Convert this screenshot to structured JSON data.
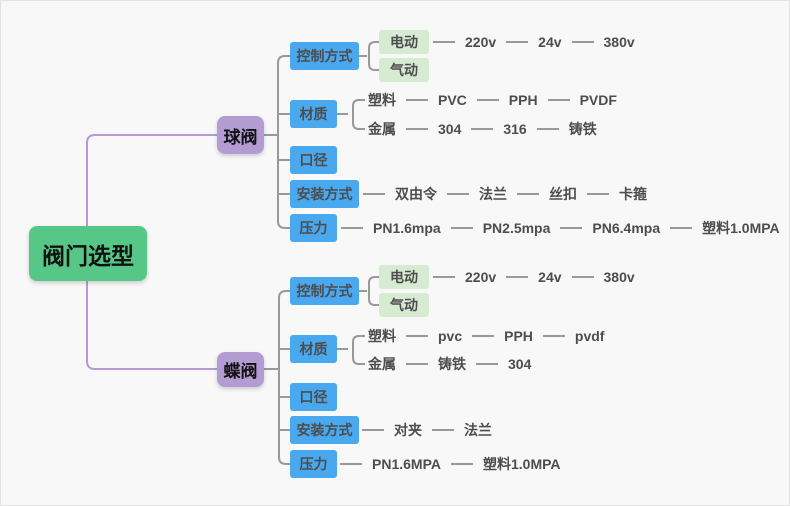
{
  "root": {
    "label": "阀门选型"
  },
  "branches": [
    {
      "label": "球阀",
      "children": [
        {
          "label": "控制方式",
          "children": [
            {
              "label": "电动",
              "children": [
                {
                  "label": "220v"
                },
                {
                  "label": "24v"
                },
                {
                  "label": "380v"
                }
              ]
            },
            {
              "label": "气动",
              "children": []
            }
          ]
        },
        {
          "label": "材质",
          "children": [
            {
              "label": "塑料",
              "children": [
                {
                  "label": "PVC"
                },
                {
                  "label": "PPH"
                },
                {
                  "label": "PVDF"
                }
              ]
            },
            {
              "label": "金属",
              "children": [
                {
                  "label": "304"
                },
                {
                  "label": "316"
                },
                {
                  "label": "铸铁"
                }
              ]
            }
          ]
        },
        {
          "label": "口径",
          "children": []
        },
        {
          "label": "安装方式",
          "children": [
            {
              "label": "双由令"
            },
            {
              "label": "法兰"
            },
            {
              "label": "丝扣"
            },
            {
              "label": "卡箍"
            }
          ]
        },
        {
          "label": "压力",
          "children": [
            {
              "label": "PN1.6mpa"
            },
            {
              "label": "PN2.5mpa"
            },
            {
              "label": "PN6.4mpa"
            },
            {
              "label": "塑料1.0MPA"
            }
          ]
        }
      ]
    },
    {
      "label": "蝶阀",
      "children": [
        {
          "label": "控制方式",
          "children": [
            {
              "label": "电动",
              "children": [
                {
                  "label": "220v"
                },
                {
                  "label": "24v"
                },
                {
                  "label": "380v"
                }
              ]
            },
            {
              "label": "气动",
              "children": []
            }
          ]
        },
        {
          "label": "材质",
          "children": [
            {
              "label": "塑料",
              "children": [
                {
                  "label": "pvc"
                },
                {
                  "label": "PPH"
                },
                {
                  "label": "pvdf"
                }
              ]
            },
            {
              "label": "金属",
              "children": [
                {
                  "label": "铸铁"
                },
                {
                  "label": "304"
                }
              ]
            }
          ]
        },
        {
          "label": "口径",
          "children": []
        },
        {
          "label": "安装方式",
          "children": [
            {
              "label": "对夹"
            },
            {
              "label": "法兰"
            }
          ]
        },
        {
          "label": "压力",
          "children": [
            {
              "label": "PN1.6MPA"
            },
            {
              "label": "塑料1.0MPA"
            }
          ]
        }
      ]
    }
  ],
  "colors": {
    "root_bg": "#57c787",
    "branch_bg": "#b39cd2",
    "category_bg": "#49a8ee",
    "subnode_bg": "#d7ebd3",
    "connector_gray": "#999999",
    "connector_purple": "#b49bd1",
    "canvas_bg": "#f8f8f8",
    "text_dark": "#4d4d4d"
  }
}
